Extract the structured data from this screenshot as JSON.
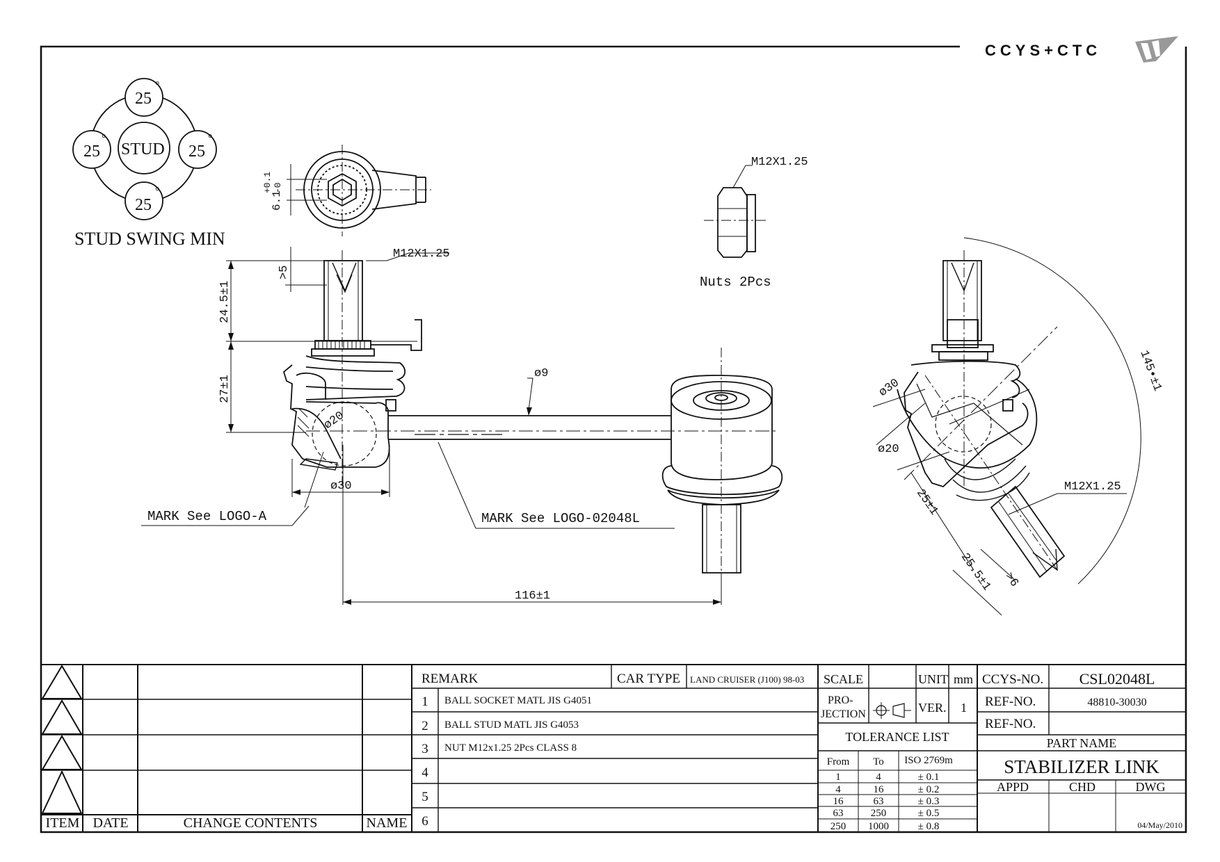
{
  "brand": {
    "logo_text": "CCYS+CTC"
  },
  "swing": {
    "center_label": "STUD",
    "top": "25",
    "left": "25",
    "right": "25",
    "bottom": "25",
    "degree_mark": "°",
    "caption": "STUD SWING MIN"
  },
  "dims": {
    "hex_width": "6.1",
    "hex_tol_upper": "+0.1",
    "hex_tol_lower": "-0",
    "thread_top": "M12X1.25",
    "thread_engage": ">5",
    "stud_length": "24.5±1",
    "body_height": "27±1",
    "ball_dia": "ø20",
    "socket_dia": "ø30",
    "rod_dia": "ø9",
    "center_distance": "116±1",
    "nut_thread": "M12X1.25",
    "nuts_note": "Nuts 2Pcs",
    "side_socket_dia": "ø30",
    "side_ball_dia": "ø20",
    "side_thread": "M12X1.25",
    "side_height": "25±1",
    "side_stud": "25.5±1",
    "side_engage": ">6",
    "arc_length": "145•±1"
  },
  "marks": {
    "logo_a": "MARK  See  LOGO-A",
    "logo_part": "MARK  See  LOGO-02048L"
  },
  "revision": {
    "headers": [
      "ITEM",
      "DATE",
      "CHANGE CONTENTS",
      "NAME"
    ],
    "rows": 4
  },
  "remarks": {
    "title": "REMARK",
    "car_type_label": "CAR TYPE",
    "car_type": "LAND CRUISER (J100) 98-03",
    "items": [
      {
        "no": "1",
        "text": "BALL SOCKET MATL JIS  G4051"
      },
      {
        "no": "2",
        "text": "BALL STUD MATL JIS G4053"
      },
      {
        "no": "3",
        "text": "NUT M12x1.25 2Pcs CLASS 8"
      },
      {
        "no": "4",
        "text": ""
      },
      {
        "no": "5",
        "text": ""
      },
      {
        "no": "6",
        "text": ""
      }
    ]
  },
  "specs": {
    "scale_label": "SCALE",
    "scale_value": "",
    "unit_label": "UNIT",
    "unit_value": "mm",
    "projection_label_1": "PRO-",
    "projection_label_2": "JECTION",
    "ver_label": "VER.",
    "ver_value": "1",
    "tolerance_title": "TOLERANCE LIST",
    "tol_headers": [
      "From",
      "To",
      "ISO 2769m"
    ],
    "tolerances": [
      {
        "from": "1",
        "to": "4",
        "tol": "± 0.1"
      },
      {
        "from": "4",
        "to": "16",
        "tol": "± 0.2"
      },
      {
        "from": "16",
        "to": "63",
        "tol": "± 0.3"
      },
      {
        "from": "63",
        "to": "250",
        "tol": "± 0.5"
      },
      {
        "from": "250",
        "to": "1000",
        "tol": "± 0.8"
      }
    ]
  },
  "title_block": {
    "ccys_label": "CCYS-NO.",
    "ccys_value": "CSL02048L",
    "ref_label_1": "REF-NO.",
    "ref_value_1": "48810-30030",
    "ref_label_2": "REF-NO.",
    "ref_value_2": "",
    "part_name_label": "PART NAME",
    "part_name": "STABILIZER LINK",
    "sign_headers": [
      "APPD",
      "CHD",
      "DWG"
    ],
    "date": "04/May/2010"
  }
}
